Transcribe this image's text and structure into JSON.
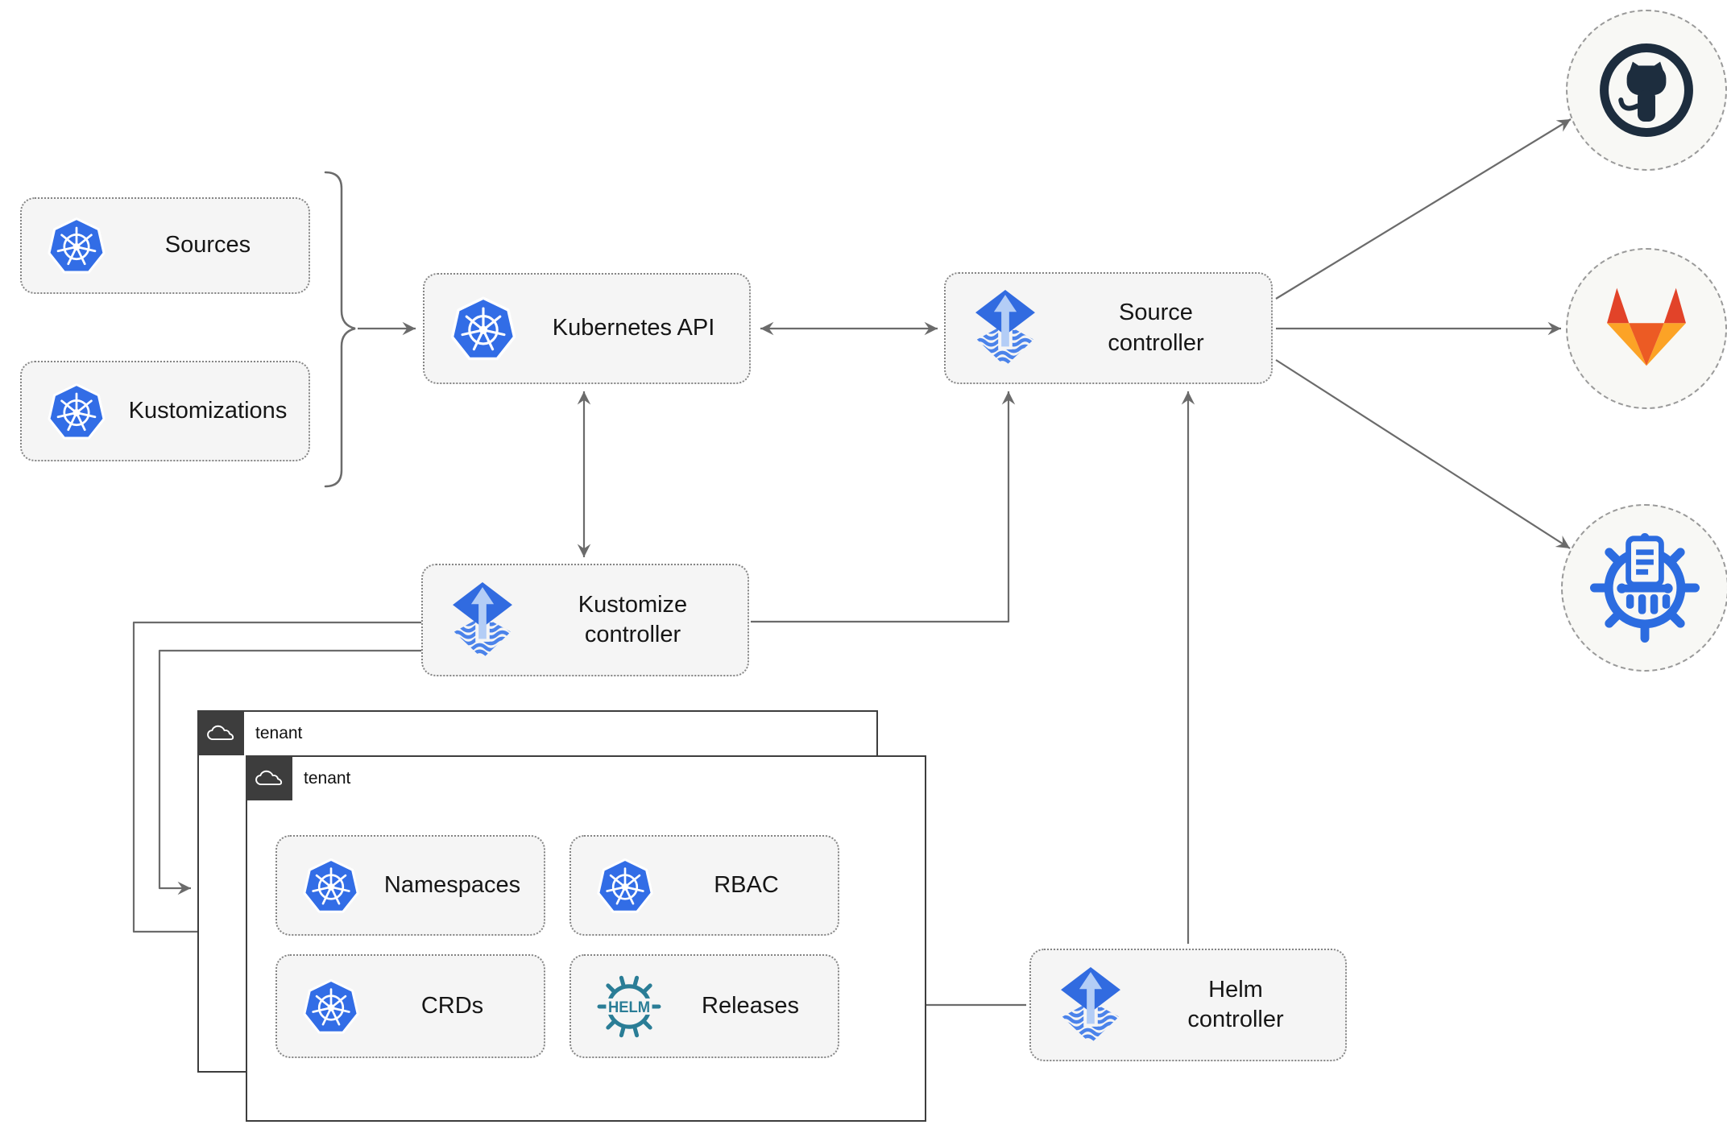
{
  "diagram": {
    "nodes": {
      "sources": {
        "label": "Sources",
        "icon": "kubernetes"
      },
      "kustomizations": {
        "label": "Kustomizations",
        "icon": "kubernetes"
      },
      "kubernetes_api": {
        "label": "Kubernetes API",
        "icon": "kubernetes"
      },
      "source_controller": {
        "label": "Source controller",
        "icon": "flux"
      },
      "kustomize_controller": {
        "label": "Kustomize controller",
        "icon": "flux"
      },
      "helm_controller": {
        "label": "Helm controller",
        "icon": "flux"
      },
      "namespaces": {
        "label": "Namespaces",
        "icon": "kubernetes"
      },
      "rbac": {
        "label": "RBAC",
        "icon": "kubernetes"
      },
      "crds": {
        "label": "CRDs",
        "icon": "kubernetes"
      },
      "releases": {
        "label": "Releases",
        "icon": "helm"
      }
    },
    "groups": {
      "tenant_back": {
        "label": "tenant",
        "icon": "cloud"
      },
      "tenant_front": {
        "label": "tenant",
        "icon": "cloud"
      }
    },
    "endpoints": {
      "github": {
        "icon": "github-octocat"
      },
      "gitlab": {
        "icon": "gitlab-tanuki"
      },
      "chartmuseum": {
        "icon": "chartmuseum-wheel"
      }
    },
    "icon_text": {
      "helm": "HELM"
    },
    "colors": {
      "kubernetes_blue": "#326de6",
      "flux_blue": "#316be0",
      "flux_light_arrow": "#b3cdf6",
      "helm_teal": "#2a7d96",
      "chartmuseum_blue": "#2c6ce0",
      "github_navy": "#1d2d3e",
      "gitlab_red": "#e24329",
      "gitlab_orange": "#ec5b24",
      "gitlab_amber": "#fca326",
      "connector_gray": "#6b6b6b",
      "node_fill": "#f5f5f5",
      "tenant_dark": "#3d3d3d"
    }
  }
}
